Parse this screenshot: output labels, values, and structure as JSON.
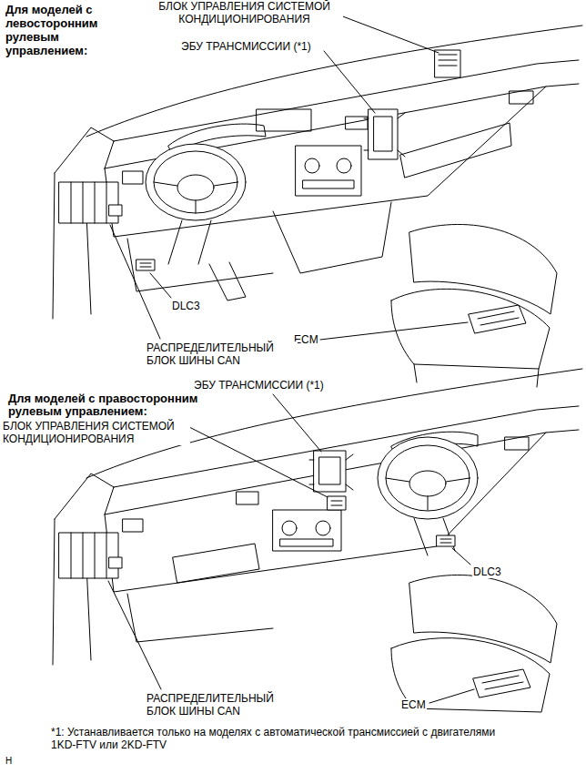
{
  "diagram": {
    "caption": "*1: Устанавливается только на моделях с автоматической трансмиссией с двигателями 1KD-FTV или 2KD-FTV",
    "labels": [
      "Для моделей с левосторонним рулевым управлением:",
      "БЛОК УПРАВЛЕНИЯ СИСТЕМОЙ КОНДИЦИОНИРОВАНИЯ",
      "ЭБУ ТРАНСМИССИИ (*1)",
      "DLC3",
      "ECM",
      "РАСПРЕДЕЛИТЕЛЬНЫЙ БЛОК ШИНЫ CAN",
      "ЭБУ ТРАНСМИССИИ (*1)",
      "Для моделей с правосторонним рулевым управлением:",
      "БЛОК УПРАВЛЕНИЯ СИСТЕМОЙ КОНДИЦИОНИРОВАНИЯ",
      "DLC3",
      "РАСПРЕДЕЛИТЕЛЬНЫЙ БЛОК ШИНЫ CAN",
      "ECM",
      "H"
    ]
  }
}
